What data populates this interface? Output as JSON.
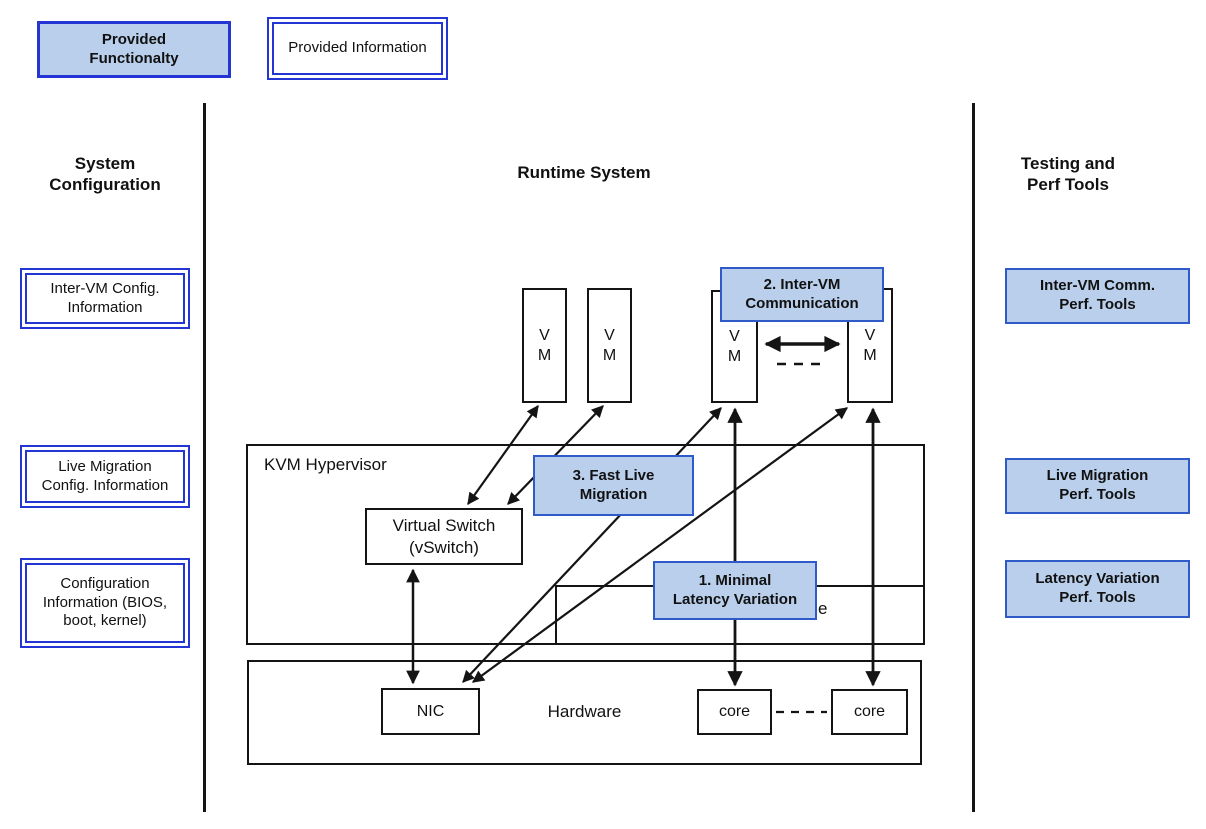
{
  "legend": {
    "functionality_label": "Provided\nFunctionalty",
    "information_label": "Provided Information"
  },
  "columns": {
    "left_header": "System\nConfiguration",
    "center_header": "Runtime System",
    "right_header": "Testing and\nPerf Tools"
  },
  "config_boxes": [
    {
      "label": "Inter-VM Config.\nInformation"
    },
    {
      "label": "Live Migration\nConfig. Information"
    },
    {
      "label": "Configuration\nInformation (BIOS,\nboot, kernel)"
    }
  ],
  "perf_boxes": [
    {
      "label": "Inter-VM Comm.\nPerf. Tools"
    },
    {
      "label": "Live Migration\nPerf. Tools"
    },
    {
      "label": "Latency Variation\nPerf. Tools"
    }
  ],
  "functionality_boxes": [
    {
      "label": "1. Minimal\nLatency Variation"
    },
    {
      "label": "2. Inter-VM\nCommunication"
    },
    {
      "label": "3. Fast Live\nMigration"
    }
  ],
  "runtime": {
    "hypervisor_label": "KVM Hypervisor",
    "vswitch_label": "Virtual Switch\n(vSwitch)",
    "inner_box_partial_label": "e",
    "hardware_label": "Hardware",
    "nic_label": "NIC",
    "vms": [
      {
        "label": "V\nM"
      },
      {
        "label": "V\nM"
      },
      {
        "label": "V\nM"
      },
      {
        "label": "V\nM"
      }
    ],
    "cores": [
      {
        "label": "core"
      },
      {
        "label": "core"
      }
    ]
  },
  "colors": {
    "box_fill": "#b9cfec",
    "functionality_border": "#2f5bc8",
    "info_border": "#2336d4",
    "line_color": "#141414"
  },
  "connections": [
    {
      "from": "vm-1",
      "to": "virtual-switch",
      "style": "double-arrow"
    },
    {
      "from": "vm-2",
      "to": "virtual-switch",
      "style": "double-arrow"
    },
    {
      "from": "virtual-switch",
      "to": "nic",
      "style": "double-arrow"
    },
    {
      "from": "vm-3",
      "to": "nic",
      "style": "double-arrow"
    },
    {
      "from": "vm-4",
      "to": "nic",
      "style": "double-arrow"
    },
    {
      "from": "vm-3",
      "to": "core-1",
      "style": "double-arrow"
    },
    {
      "from": "vm-4",
      "to": "core-2",
      "style": "double-arrow"
    },
    {
      "from": "vm-3",
      "to": "vm-4",
      "style": "thick-double-arrow"
    },
    {
      "from": "vm-3",
      "to": "vm-4",
      "style": "dashed-line"
    },
    {
      "from": "core-1",
      "to": "core-2",
      "style": "dashed-line"
    }
  ]
}
